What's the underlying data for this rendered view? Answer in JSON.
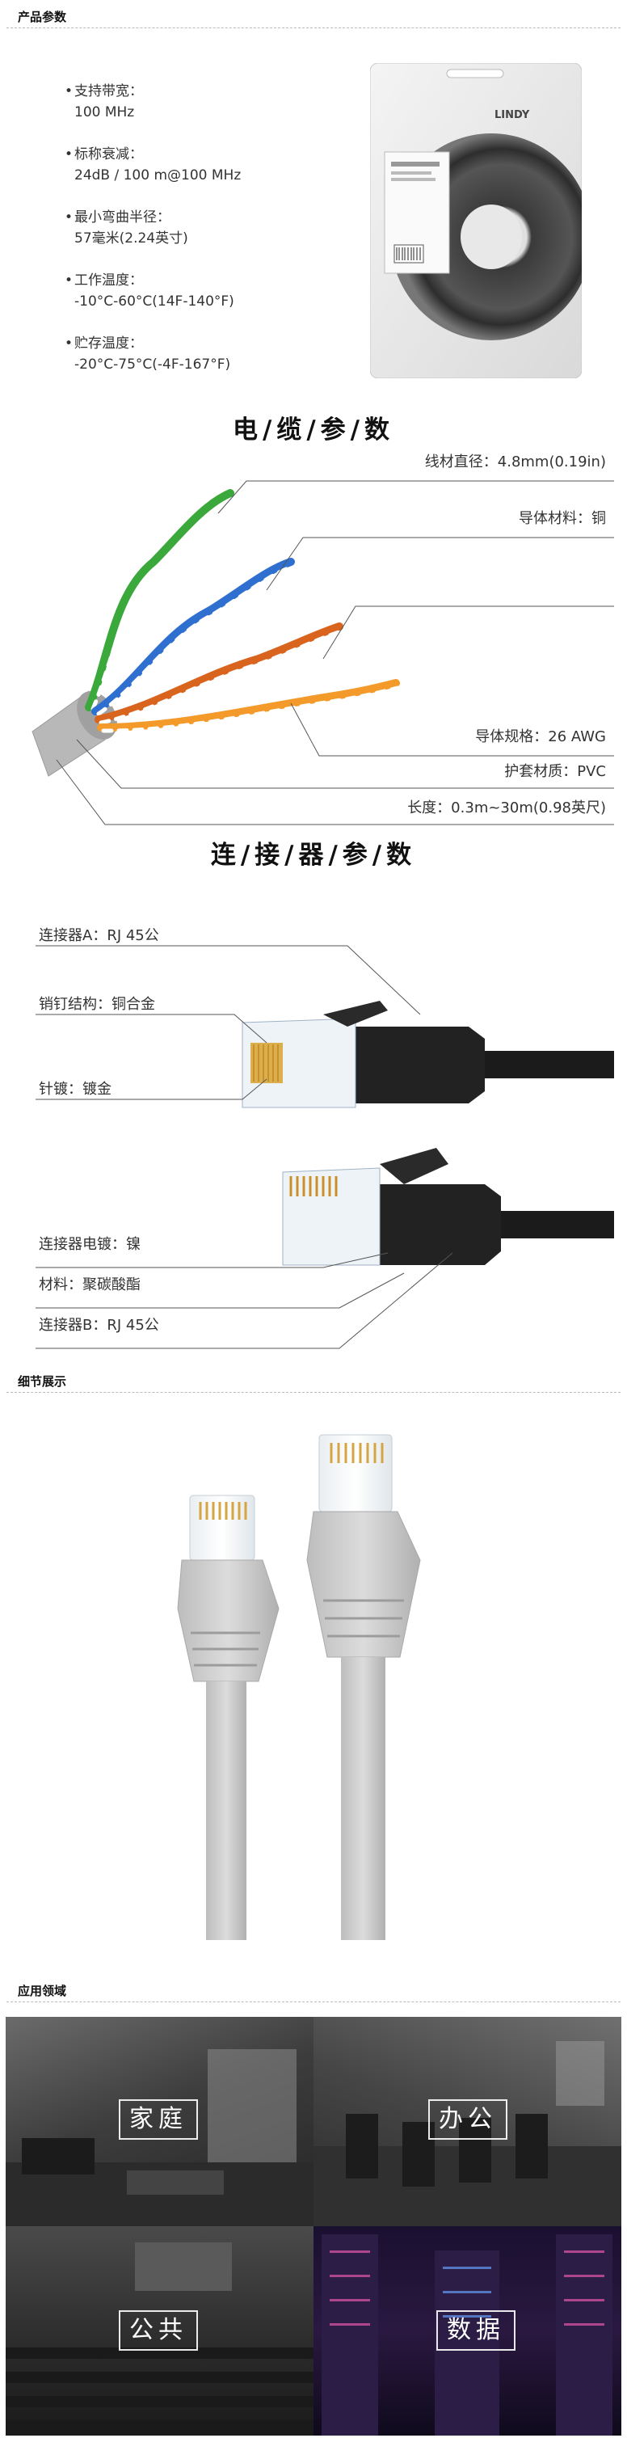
{
  "sections": {
    "specs_title": "产品参数",
    "details_title": "细节展示",
    "applications_title": "应用领域"
  },
  "specs": [
    {
      "label": "支持带宽：",
      "value": "100 MHz"
    },
    {
      "label": "标称衰减：",
      "value": "24dB / 100 m@100 MHz"
    },
    {
      "label": "最小弯曲半径：",
      "value": "57毫米(2.24英寸)"
    },
    {
      "label": "工作温度：",
      "value": "-10°C-60°C(14F-140°F)"
    },
    {
      "label": "贮存温度：",
      "value": "-20°C-75°C(-4F-167°F)"
    }
  ],
  "product_brand": "LINDY",
  "cable_params": {
    "title": "电/缆/参/数",
    "callouts": [
      "线材直径：4.8mm(0.19in)",
      "导体材料：铜",
      "导体规格：26 AWG",
      "护套材质：PVC",
      "长度：0.3m~30m(0.98英尺)"
    ]
  },
  "connector_params": {
    "title": "连/接/器/参/数",
    "callouts": [
      "连接器A：RJ 45公",
      "销钉结构：铜合金",
      "针镀：镀金",
      "连接器电镀：镍",
      "材料：聚碳酸酯",
      "连接器B：RJ 45公"
    ]
  },
  "applications": [
    {
      "label": "家庭"
    },
    {
      "label": "办公"
    },
    {
      "label": "公共"
    },
    {
      "label": "数据"
    }
  ]
}
